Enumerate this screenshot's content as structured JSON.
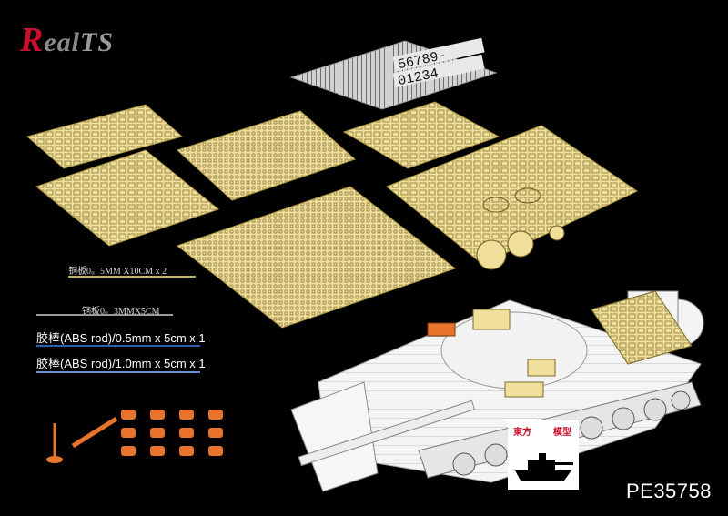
{
  "brand": {
    "r": "R",
    "rest": "eal",
    "ts": "TS"
  },
  "specs": {
    "brass_1": "铜板0。5MM X10CM x 2",
    "brass_2": "铜板0。3MMX5CM"
  },
  "rods": {
    "rod_1": "胶棒(ABS rod)/0.5mm x 5cm x 1",
    "rod_2": "胶棒(ABS rod)/1.0mm x 5cm x 1"
  },
  "product_code": "PE35758",
  "stamp": {
    "left": "東方",
    "right": "模型"
  },
  "fret_numbers": {
    "row1": "56789-",
    "row2": "01234"
  },
  "colors": {
    "brass": "#f0df9a",
    "brass_dark": "#7a6a2a",
    "steel": "#cfcfcf",
    "orange": "#e8732a",
    "accent_red": "#c8102e",
    "rod_line_1": "#2a5fb0",
    "rod_line_2": "#6a8ed0"
  }
}
